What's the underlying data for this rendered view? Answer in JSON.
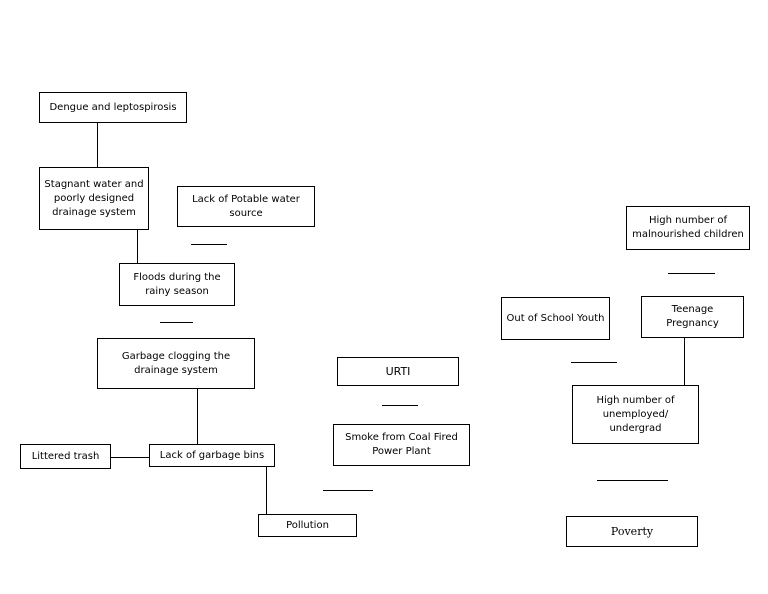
{
  "diagram": {
    "nodes": {
      "dengue": "Dengue and leptospirosis",
      "stagnant_water": "Stagnant water and poorly designed drainage system",
      "lack_potable_water": "Lack of Potable water source",
      "floods": "Floods during the rainy season",
      "garbage_clogging": "Garbage clogging the drainage system",
      "urti": "URTI",
      "smoke": "Smoke from Coal Fired Power Plant",
      "littered_trash": "Littered trash",
      "lack_garbage_bins": "Lack of garbage bins",
      "pollution": "Pollution",
      "malnourished": "High number of malnourished children",
      "out_of_school": "Out of School Youth",
      "teenage_pregnancy": "Teenage Pregnancy",
      "unemployed": "High number of unemployed/ undergrad",
      "poverty": "Poverty"
    }
  }
}
